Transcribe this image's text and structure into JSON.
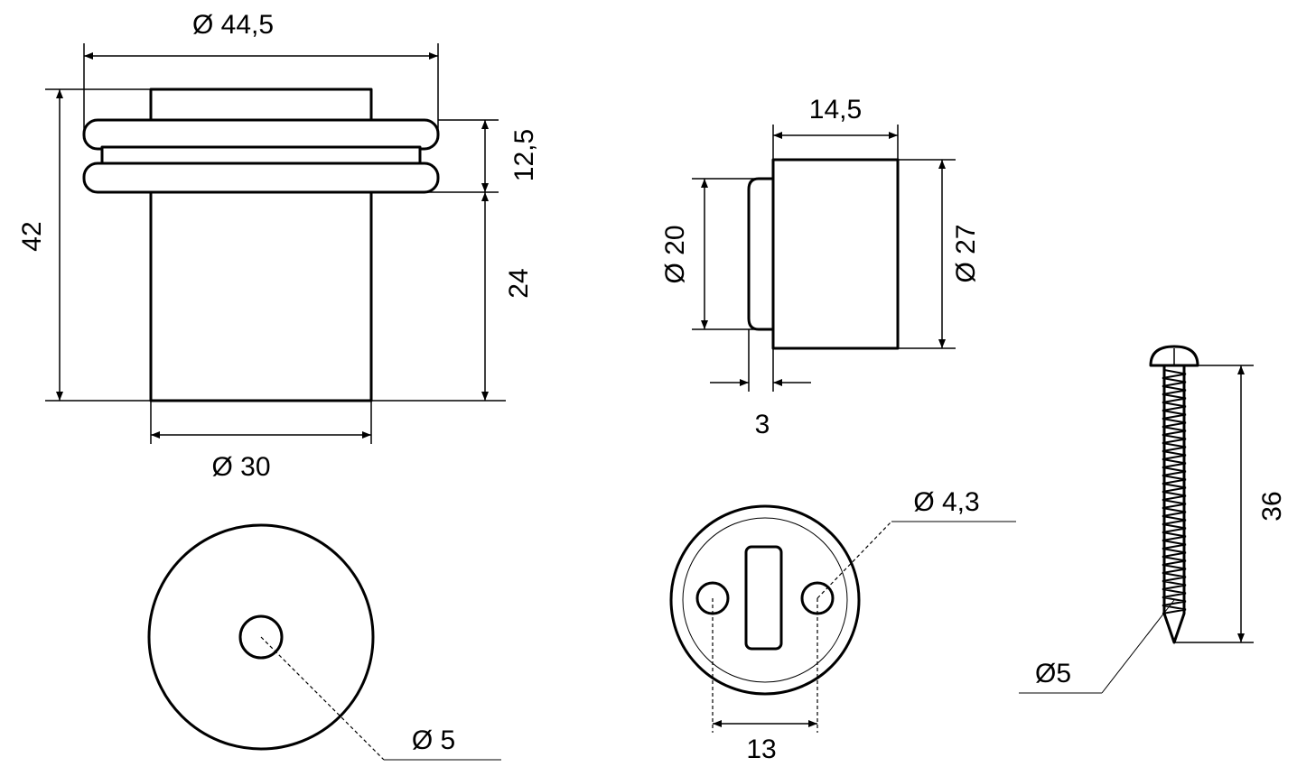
{
  "labels": {
    "dia_44_5": "Ø 44,5",
    "dim_42": "42",
    "dim_12_5": "12,5",
    "dim_24": "24",
    "dia_30": "Ø 30",
    "dia_5_base": "Ø 5",
    "dim_14_5": "14,5",
    "dia_20": "Ø 20",
    "dia_27": "Ø 27",
    "dim_3": "3",
    "dia_4_3": "Ø  4,3",
    "dim_13": "13",
    "dim_36": "36",
    "dia_5_screw": "Ø5"
  },
  "colors": {
    "line": "#000000",
    "background": "#ffffff"
  }
}
